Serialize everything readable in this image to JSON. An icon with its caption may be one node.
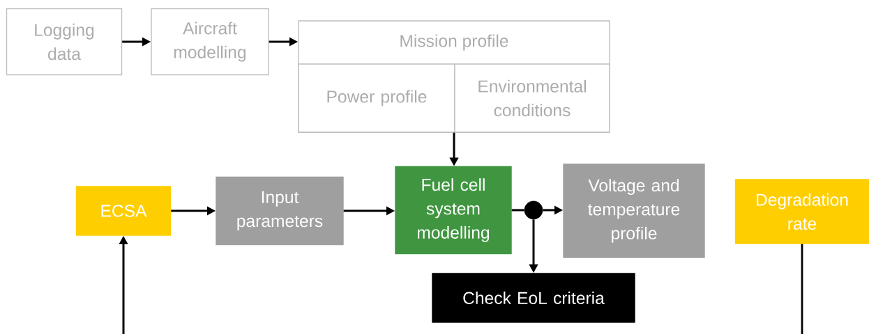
{
  "diagram": {
    "nodes": [
      {
        "text": [
          "Logging data"
        ]
      },
      {
        "text": [
          "Aircraft modelling"
        ]
      },
      {
        "text": [
          "Mission profile"
        ]
      },
      {
        "text": [
          "Power profile"
        ],
        "in": 2
      },
      {
        "text": [
          "Environmental conditions"
        ],
        "in": 2
      },
      {
        "text": [
          "ECSA"
        ]
      },
      {
        "text": [
          "Input parameters"
        ]
      },
      {
        "text": [
          "Fuel cell system modelling"
        ]
      },
      {
        "text": [],
        "shape": "circle"
      },
      {
        "text": [
          "Voltage and temperature profile"
        ]
      },
      {
        "text": [
          "Degradation rate"
        ]
      },
      {
        "text": [
          "Check EoL criteria"
        ]
      }
    ],
    "edges": [
      {
        "from": 0,
        "to": 1,
        "arrow": "to"
      },
      {
        "from": 1,
        "to": 2,
        "arrow": "to"
      },
      {
        "from": 2,
        "to": 7,
        "arrow": "to"
      },
      {
        "from": 5,
        "to": 6,
        "arrow": "to"
      },
      {
        "from": 6,
        "to": 7,
        "arrow": "to"
      },
      {
        "from": 7,
        "to": 8,
        "arrow": "none"
      },
      {
        "from": 8,
        "to": 9,
        "arrow": "to"
      },
      {
        "from": 8,
        "to": 11,
        "arrow": "to"
      },
      {
        "from": null,
        "to": 5,
        "arrow": "to"
      },
      {
        "from": 10,
        "to": null,
        "arrow": "none"
      }
    ]
  }
}
